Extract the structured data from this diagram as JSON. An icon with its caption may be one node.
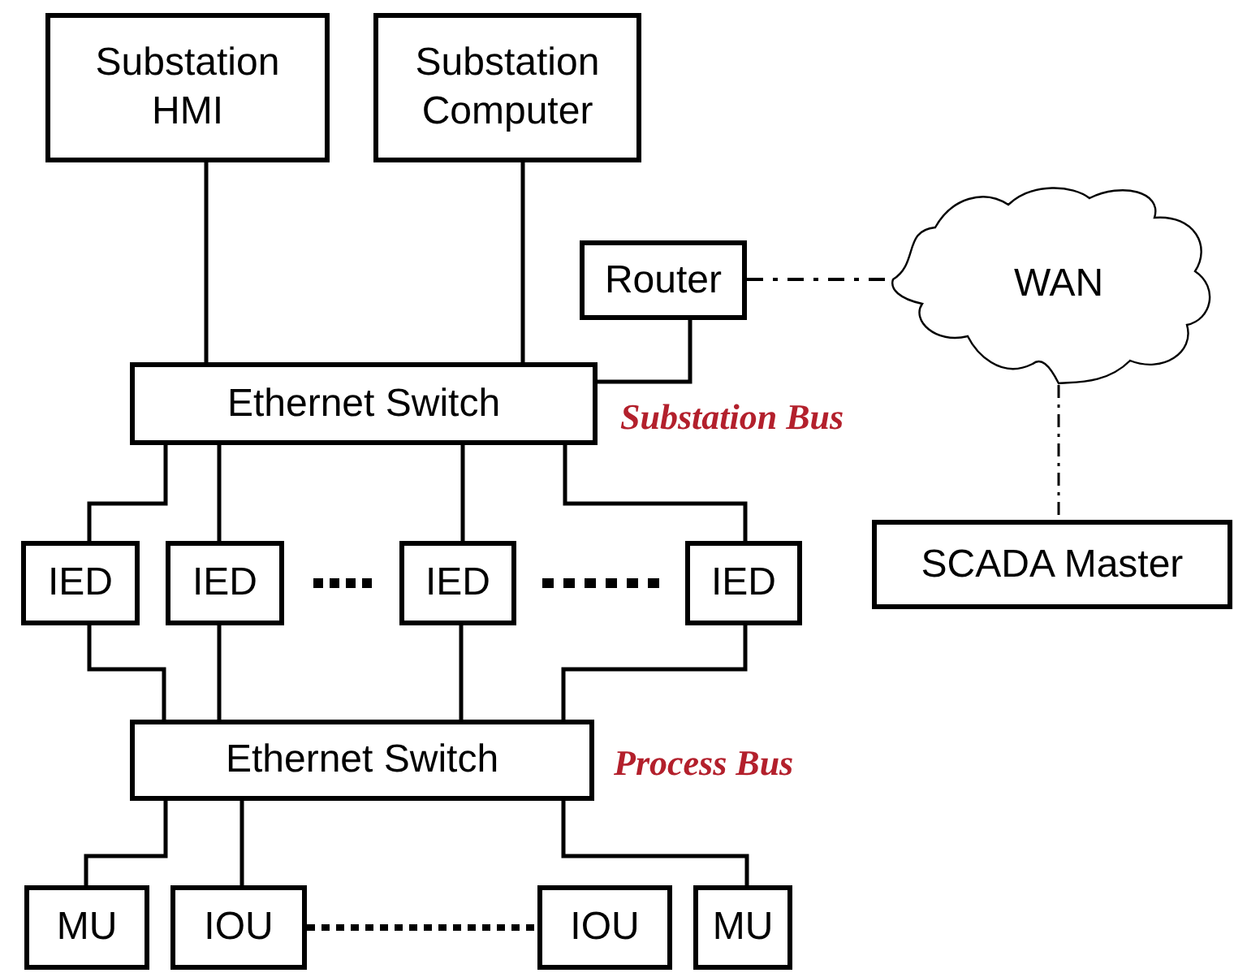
{
  "diagram": {
    "nodes": [
      {
        "text": [
          "Substation HMI"
        ]
      },
      {
        "text": [
          "Substation Computer"
        ]
      },
      {
        "text": [
          "Router"
        ]
      },
      {
        "text": [
          "WAN"
        ]
      },
      {
        "text": [
          "Ethernet Switch"
        ]
      },
      {
        "text": [
          "SCADA Master"
        ]
      },
      {
        "text": [
          "IED"
        ]
      },
      {
        "text": [
          "IED"
        ]
      },
      {
        "text": [
          "IED"
        ]
      },
      {
        "text": [
          "IED"
        ]
      },
      {
        "text": [
          "Ethernet Switch"
        ]
      },
      {
        "text": [
          "MU"
        ]
      },
      {
        "text": [
          "IOU"
        ]
      },
      {
        "text": [
          "IOU"
        ]
      },
      {
        "text": [
          "MU"
        ]
      }
    ],
    "edges": [
      {
        "from": 0,
        "to": 4,
        "arrow": "none"
      },
      {
        "from": 1,
        "to": 4,
        "arrow": "none"
      },
      {
        "from": 2,
        "to": 4,
        "arrow": "none"
      },
      {
        "from": 2,
        "to": 3,
        "arrow": "none",
        "style": "dashed"
      },
      {
        "from": 3,
        "to": 5,
        "arrow": "none",
        "style": "dashed"
      },
      {
        "from": 4,
        "to": 6,
        "arrow": "none"
      },
      {
        "from": 4,
        "to": 7,
        "arrow": "none"
      },
      {
        "from": 4,
        "to": 8,
        "arrow": "none"
      },
      {
        "from": 4,
        "to": 9,
        "arrow": "none"
      },
      {
        "from": 6,
        "to": 10,
        "arrow": "none"
      },
      {
        "from": 7,
        "to": 10,
        "arrow": "none"
      },
      {
        "from": 8,
        "to": 10,
        "arrow": "none"
      },
      {
        "from": 9,
        "to": 10,
        "arrow": "none"
      },
      {
        "from": 10,
        "to": 11,
        "arrow": "none"
      },
      {
        "from": 10,
        "to": 12,
        "arrow": "none"
      },
      {
        "from": 10,
        "to": 14,
        "arrow": "none"
      },
      {
        "from": 12,
        "to": 13,
        "arrow": "none",
        "style": "dashed"
      }
    ],
    "labels": [
      "Substation Bus",
      "Process Bus"
    ]
  }
}
